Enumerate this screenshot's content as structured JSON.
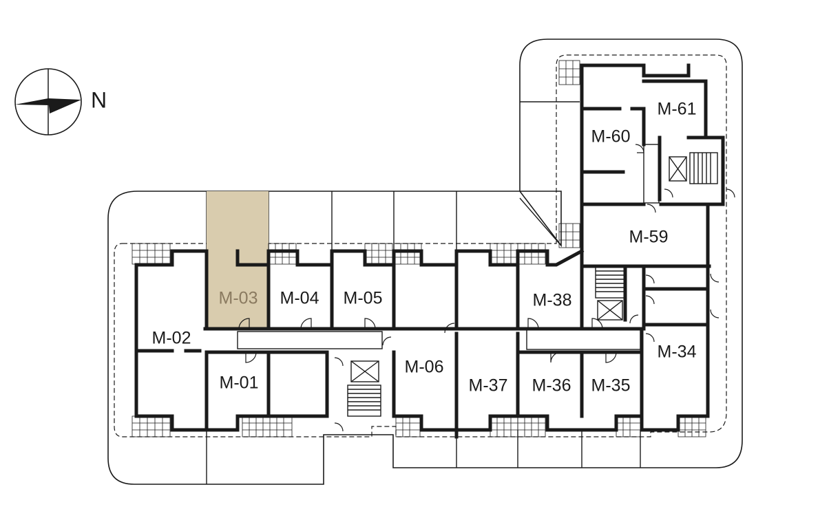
{
  "compass": {
    "label": "N"
  },
  "units": [
    {
      "id": "M-01",
      "label": "M-01",
      "selected": false
    },
    {
      "id": "M-02",
      "label": "M-02",
      "selected": false
    },
    {
      "id": "M-03",
      "label": "M-03",
      "selected": true
    },
    {
      "id": "M-04",
      "label": "M-04",
      "selected": false
    },
    {
      "id": "M-05",
      "label": "M-05",
      "selected": false
    },
    {
      "id": "M-06",
      "label": "M-06",
      "selected": false
    },
    {
      "id": "M-34",
      "label": "M-34",
      "selected": false
    },
    {
      "id": "M-35",
      "label": "M-35",
      "selected": false
    },
    {
      "id": "M-36",
      "label": "M-36",
      "selected": false
    },
    {
      "id": "M-37",
      "label": "M-37",
      "selected": false
    },
    {
      "id": "M-38",
      "label": "M-38",
      "selected": false
    },
    {
      "id": "M-59",
      "label": "M-59",
      "selected": false
    },
    {
      "id": "M-60",
      "label": "M-60",
      "selected": false
    },
    {
      "id": "M-61",
      "label": "M-61",
      "selected": false
    }
  ],
  "colors": {
    "selected_fill": "#d9ccae",
    "selected_text": "#8a7a60",
    "wall": "#1a1a1a"
  }
}
